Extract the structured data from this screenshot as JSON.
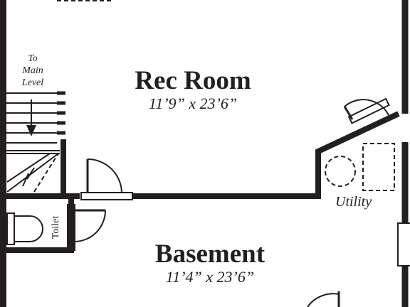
{
  "plan": {
    "rec_room": {
      "name": "Rec Room",
      "dims": "11’9” x 23’6”"
    },
    "basement": {
      "name": "Basement",
      "dims": "11’4” x 23’6”"
    },
    "stairs": {
      "line1": "To",
      "line2": "Main",
      "line3": "Level"
    },
    "utility": {
      "label": "Utility"
    },
    "toilet": {
      "label": "Toilet"
    }
  },
  "colors": {
    "wall": "#231f20",
    "background": "#ffffff"
  }
}
